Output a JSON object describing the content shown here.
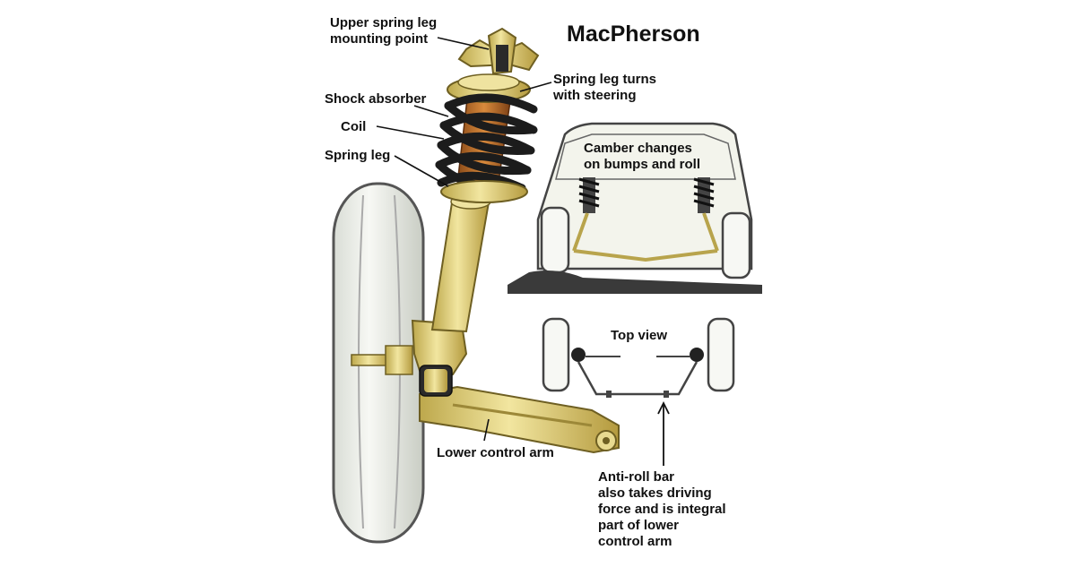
{
  "diagram": {
    "title": "MacPherson",
    "labels": {
      "upper_mount_line1": "Upper spring leg",
      "upper_mount_line2": "mounting point",
      "spring_leg_turns_line1": "Spring leg turns",
      "spring_leg_turns_line2": "with steering",
      "shock_absorber": "Shock absorber",
      "coil": "Coil",
      "spring_leg": "Spring leg",
      "camber_line1": "Camber  changes",
      "camber_line2": "on bumps and roll",
      "top_view": "Top view",
      "lower_control_arm": "Lower control arm",
      "anti_roll_line1": "Anti-roll bar",
      "anti_roll_line2": "also takes driving",
      "anti_roll_line3": "force and is integral",
      "anti_roll_line4": "part of lower",
      "anti_roll_line5": "control arm"
    }
  },
  "colors": {
    "strut_gold": "#e2d27a",
    "strut_shadow": "#b8a44c",
    "shock_orange": "#c8742c",
    "coil_dark": "#1c1c1c",
    "tire_fill": "#f0f2ee",
    "tire_outline": "#555555",
    "car_fill": "#f3f4ec",
    "ground": "#3a3a3a"
  }
}
